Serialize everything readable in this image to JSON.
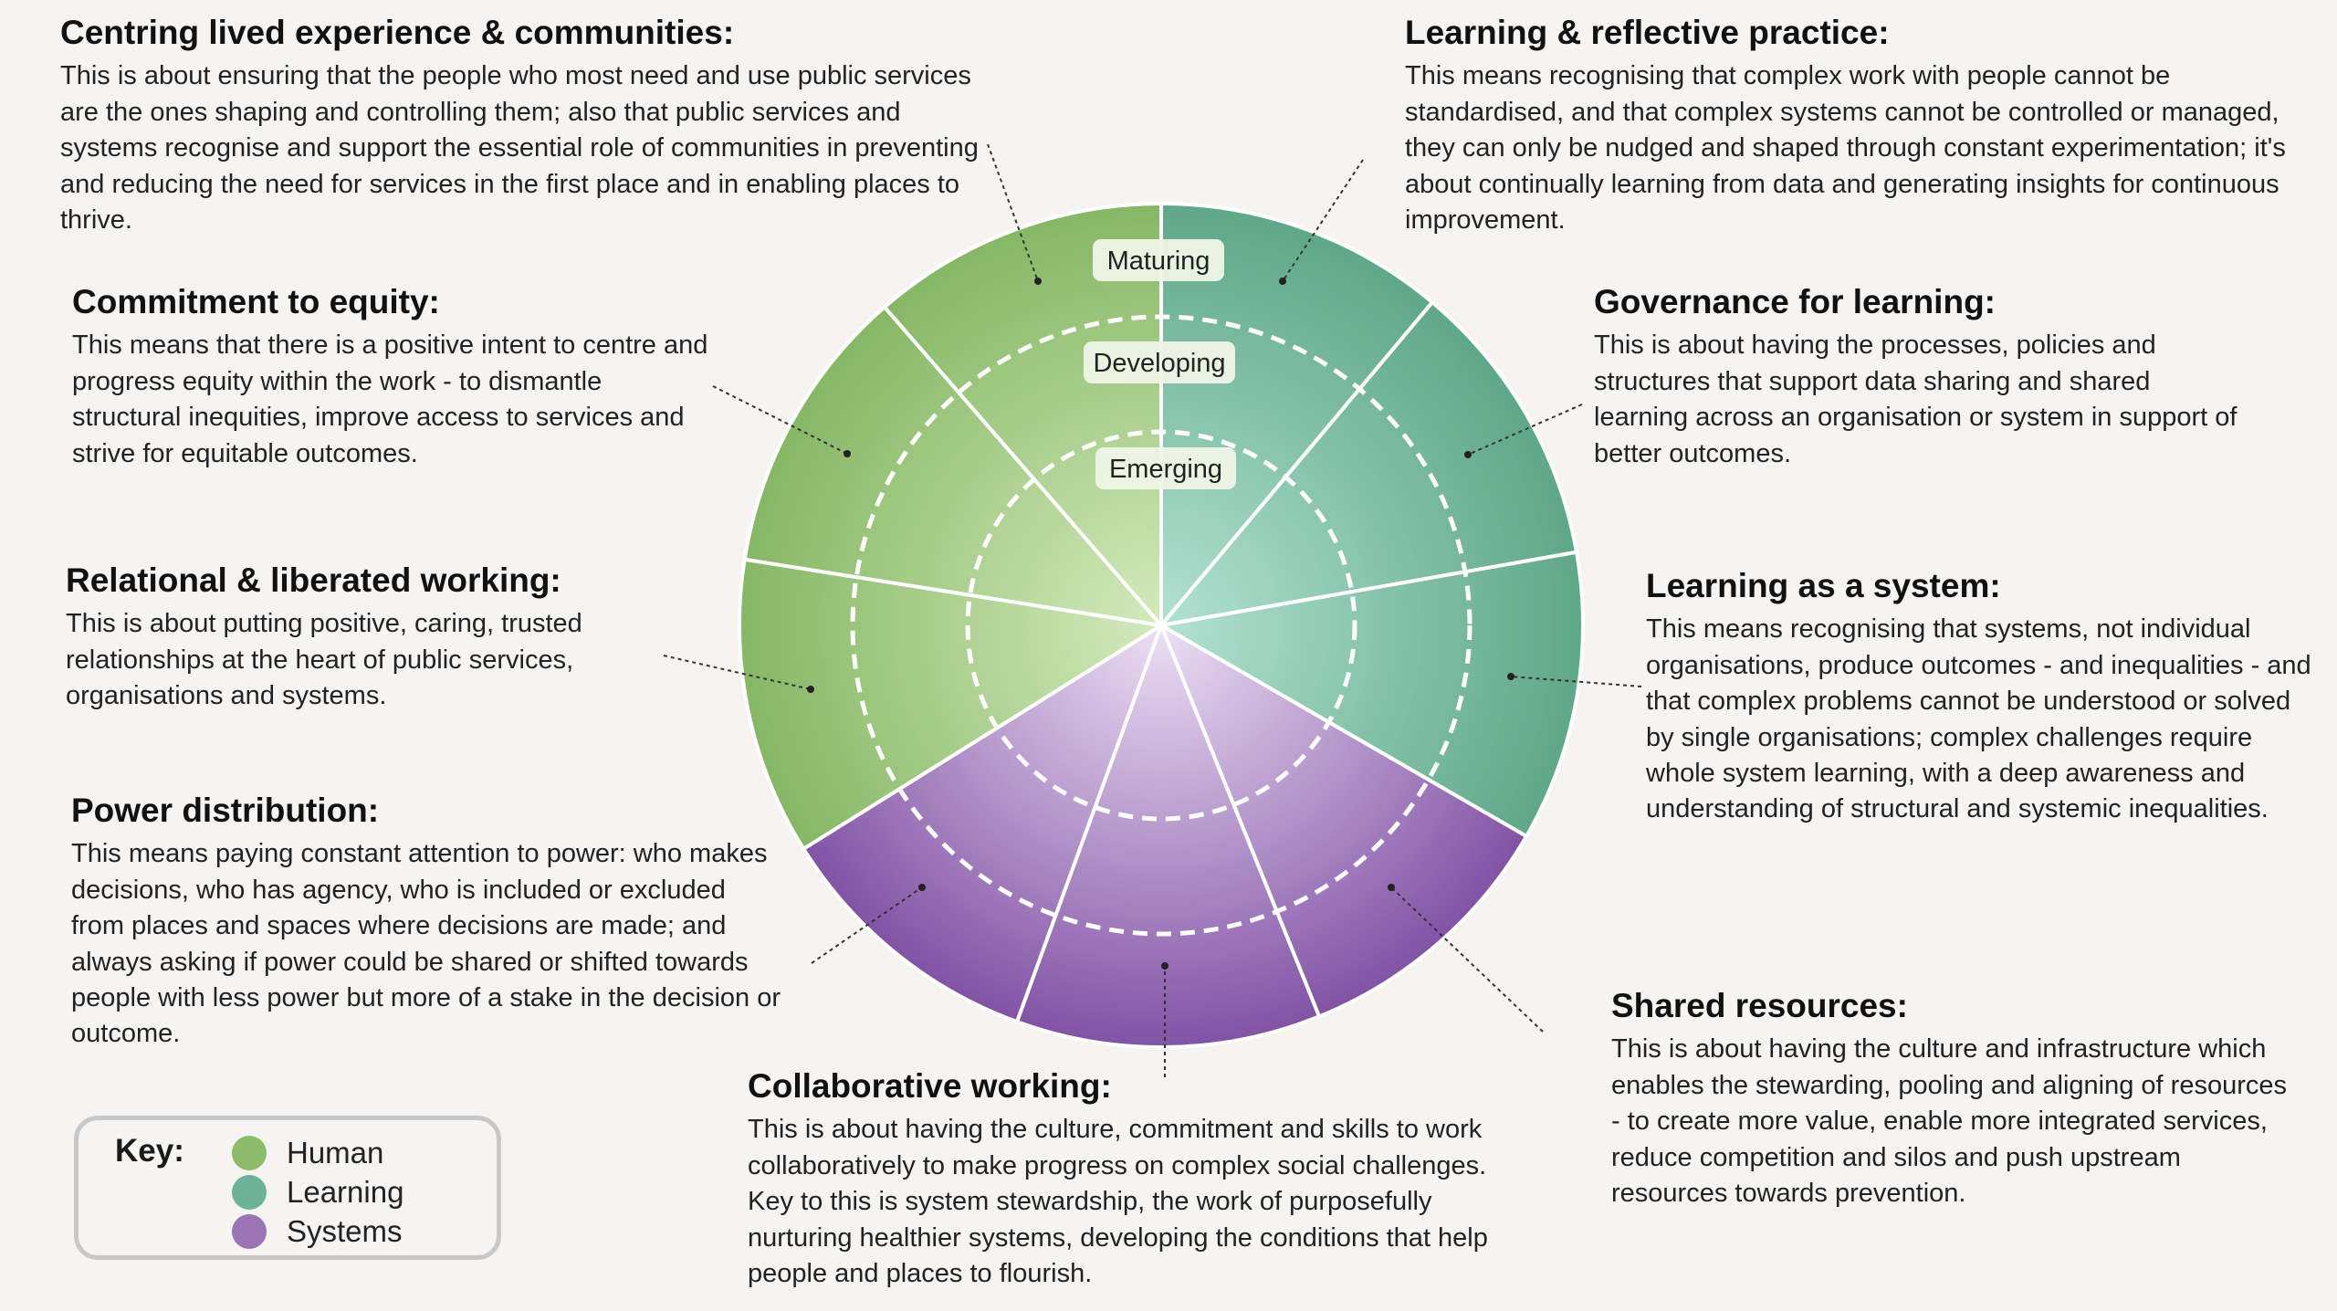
{
  "descriptions": {
    "centring": {
      "title": "Centring lived experience & communities:",
      "text": "This is about ensuring that the people who most need and use public services are the ones shaping and controlling them; also that public services and systems recognise and support the essential role of communities in preventing and reducing the need for services in the first place and in enabling places to thrive."
    },
    "equity": {
      "title": "Commitment to equity:",
      "text": "This means that there is a positive intent to centre and progress equity within the work - to dismantle structural inequities, improve access to services and strive for equitable outcomes."
    },
    "relational": {
      "title": "Relational & liberated working:",
      "text": "This is about putting positive, caring, trusted relationships at the heart of public services, organisations and systems."
    },
    "power": {
      "title": "Power distribution:",
      "text": "This means paying constant attention to power: who makes decisions, who has agency, who is included or excluded from places and spaces where decisions are made; and always asking if power could be shared or shifted towards people with less power but more of a stake in the decision or outcome."
    },
    "collaborative": {
      "title": "Collaborative working:",
      "text": "This is about having the culture, commitment and skills to work collaboratively to make progress on complex social challenges. Key to this is system stewardship, the work of purposefully nurturing healthier systems, developing the conditions that help people and places to flourish."
    },
    "learning_reflective": {
      "title": "Learning & reflective practice:",
      "text": "This means recognising that complex work with people cannot be standardised, and that complex systems cannot be controlled or managed, they can only be nudged and shaped through constant experimentation; it's about continually learning from data and generating insights for continuous improvement."
    },
    "governance": {
      "title": "Governance for learning:",
      "text": "This is about having the processes, policies and structures that support data sharing and shared learning across an organisation or system in support of better outcomes."
    },
    "system": {
      "title": "Learning as a system:",
      "text": "This means recognising that systems, not individual organisations, produce outcomes - and inequalities - and that complex problems cannot be understood or solved by single organisations; complex challenges require whole system learning, with a deep awareness and understanding of structural and systemic inequalities."
    },
    "shared": {
      "title": "Shared resources:",
      "text": "This is about having the culture and infrastructure which enables the stewarding, pooling and aligning of resources - to create more value, enable more integrated services, reduce competition and silos and push upstream resources towards prevention."
    }
  },
  "rings": [
    "Maturing",
    "Developing",
    "Emerging"
  ],
  "key": {
    "title": "Key:",
    "items": [
      {
        "label": "Human",
        "color": "#8cbb6a"
      },
      {
        "label": "Learning",
        "color": "#6fb29a"
      },
      {
        "label": "Systems",
        "color": "#9a74b4"
      }
    ]
  },
  "colors": {
    "human_outer": "#86b765",
    "human_inner": "#cfe6b6",
    "learning_outer": "#62a88c",
    "learning_inner": "#a9dccb",
    "systems_outer": "#8457a6",
    "systems_inner": "#e8dcf0"
  }
}
